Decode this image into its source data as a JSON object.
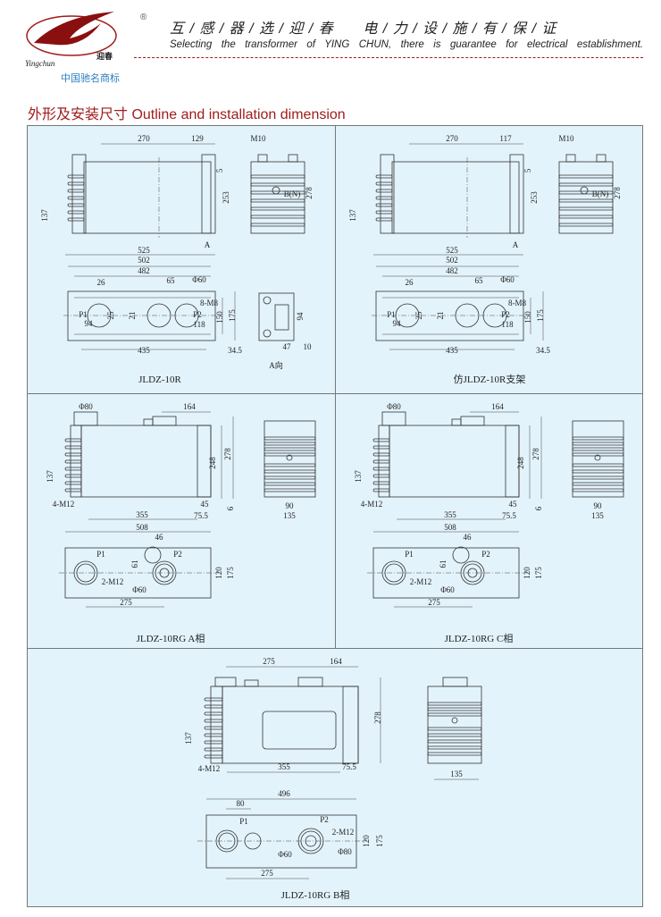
{
  "header": {
    "brand_logo_text": "Yingchun 迎春",
    "registered_mark": "®",
    "trademark_caption": "中国驰名商标",
    "slogan_cn": "互 / 感 / 器 / 选 / 迎 / 春      电 / 力 / 设 / 施 / 有 / 保 / 证",
    "slogan_en": "Selecting the transformer of YING CHUN, there is guarantee for electrical establishment.",
    "accent_color": "#a01c1c"
  },
  "section_title": "外形及安装尺寸 Outline and installation dimension",
  "panels": [
    {
      "title": "JLDZ-10R",
      "dims": [
        "270",
        "129",
        "M10",
        "B(N)",
        "5",
        "253",
        "278",
        "137",
        "525",
        "A",
        "502",
        "482",
        "26",
        "65",
        "Φ60",
        "P1",
        "94",
        "25",
        "21",
        "8-M8",
        "P2",
        "118",
        "150",
        "175",
        "435",
        "34.5"
      ],
      "view_a": {
        "label": "A向",
        "dims": [
          "94",
          "47",
          "10"
        ]
      }
    },
    {
      "title": "仿JLDZ-10R支架",
      "dims": [
        "270",
        "117",
        "M10",
        "B(N)",
        "5",
        "253",
        "278",
        "137",
        "525",
        "A",
        "502",
        "482",
        "26",
        "65",
        "Φ60",
        "P1",
        "94",
        "25",
        "21",
        "8-M8",
        "P2",
        "118",
        "150",
        "175",
        "435",
        "34.5"
      ]
    },
    {
      "title": "JLDZ-10RG  A相",
      "dims": [
        "Φ80",
        "164",
        "137",
        "248",
        "278",
        "4-M12",
        "45",
        "355",
        "75.5",
        "6",
        "90",
        "135",
        "508",
        "P1",
        "46",
        "61",
        "P2",
        "2-M12",
        "Φ60",
        "120",
        "175",
        "275"
      ]
    },
    {
      "title": "JLDZ-10RG  C相",
      "dims": [
        "Φ80",
        "164",
        "137",
        "248",
        "278",
        "4-M12",
        "45",
        "355",
        "75.5",
        "6",
        "90",
        "135",
        "508",
        "P1",
        "46",
        "61",
        "P2",
        "2-M12",
        "Φ60",
        "120",
        "175",
        "275"
      ]
    },
    {
      "title": "JLDZ-10RG B相",
      "dims": [
        "275",
        "164",
        "137",
        "278",
        "4-M12",
        "355",
        "75.5",
        "135",
        "496",
        "80",
        "P1",
        "P2",
        "2-M12",
        "120",
        "175",
        "Φ60",
        "Φ80",
        "275"
      ]
    }
  ]
}
